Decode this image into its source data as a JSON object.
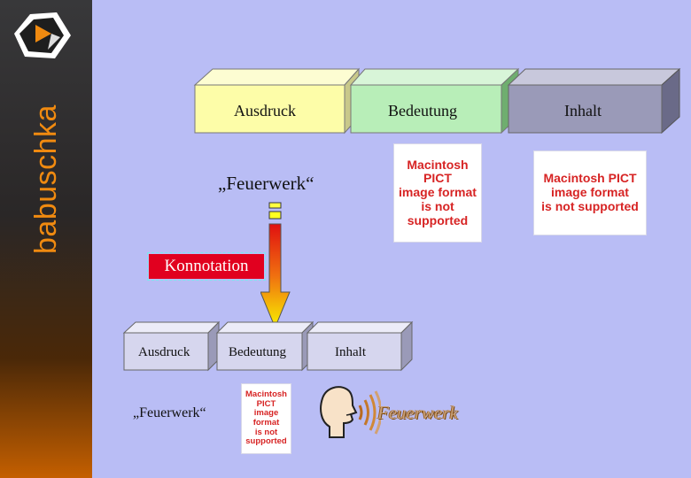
{
  "sidebar": {
    "brand": "babuschka",
    "colors": {
      "top": "#38383a",
      "bottom": "#c45f00",
      "brand_text": "#f08a10"
    }
  },
  "top_row": {
    "expression": "Ausdruck",
    "meaning": "Bedeutung",
    "content": "Inhalt",
    "word": "„Feuerwerk“"
  },
  "connotation_label": "Konnotation",
  "bottom_row": {
    "expression": "Ausdruck",
    "meaning": "Bedeutung",
    "content": "Inhalt",
    "word": "„Feuerwerk“",
    "sound_word": "Feuerwerk"
  },
  "placeholder_image": {
    "line1": "Macintosh PICT",
    "line2": "image format",
    "line3": "is not supported"
  },
  "icons": [
    "logo-icon",
    "arrow-icon",
    "speaking-head-icon",
    "sound-waves-icon"
  ],
  "colors": {
    "background": "#b9bdf5",
    "expression_box": "#fdfda8",
    "meaning_box": "#b8eeb8",
    "content_box": "#9a9ab8",
    "konnotation_bg": "#e1001f",
    "bottom_boxes": "#d6d6ee"
  }
}
